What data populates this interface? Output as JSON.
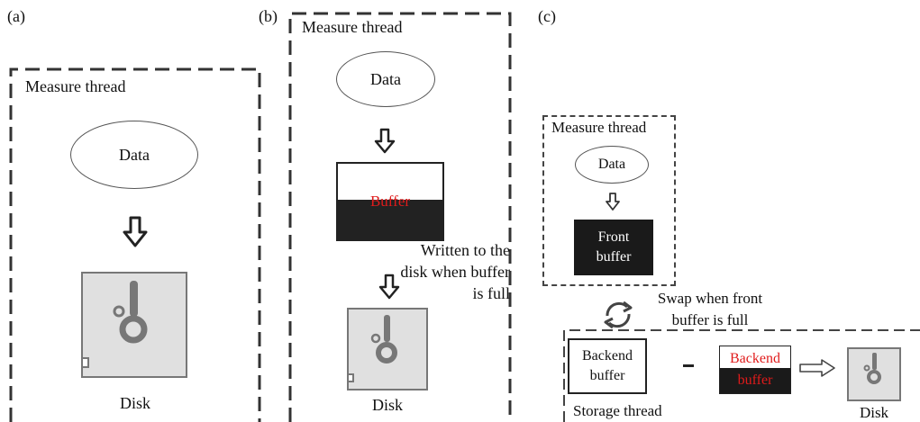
{
  "panels": {
    "a": {
      "label": "(a)",
      "thread_title": "Measure thread",
      "data_label": "Data",
      "disk_label": "Disk"
    },
    "b": {
      "label": "(b)",
      "thread_title": "Measure thread",
      "data_label": "Data",
      "buffer_label": "Buffer",
      "note": "Written to the disk when buffer is full",
      "disk_label": "Disk"
    },
    "c": {
      "label": "(c)",
      "thread_title": "Measure thread",
      "data_label": "Data",
      "front_buffer_label": "Front buffer",
      "swap_note": "Swap when front buffer is full",
      "backend_buffer_empty_label": "Backend buffer",
      "backend_buffer_full_label": "Backend buffer",
      "storage_thread_label": "Storage thread",
      "disk_label": "Disk"
    }
  },
  "colors": {
    "buffer_fill": "#222222",
    "buffer_text": "#e01b1b",
    "disk_body": "#e0e0e0",
    "disk_mark": "#777777"
  },
  "icons": [
    "down-arrow-icon",
    "right-arrow-icon",
    "swap-arrows-icon",
    "floppy-disk-icon"
  ]
}
